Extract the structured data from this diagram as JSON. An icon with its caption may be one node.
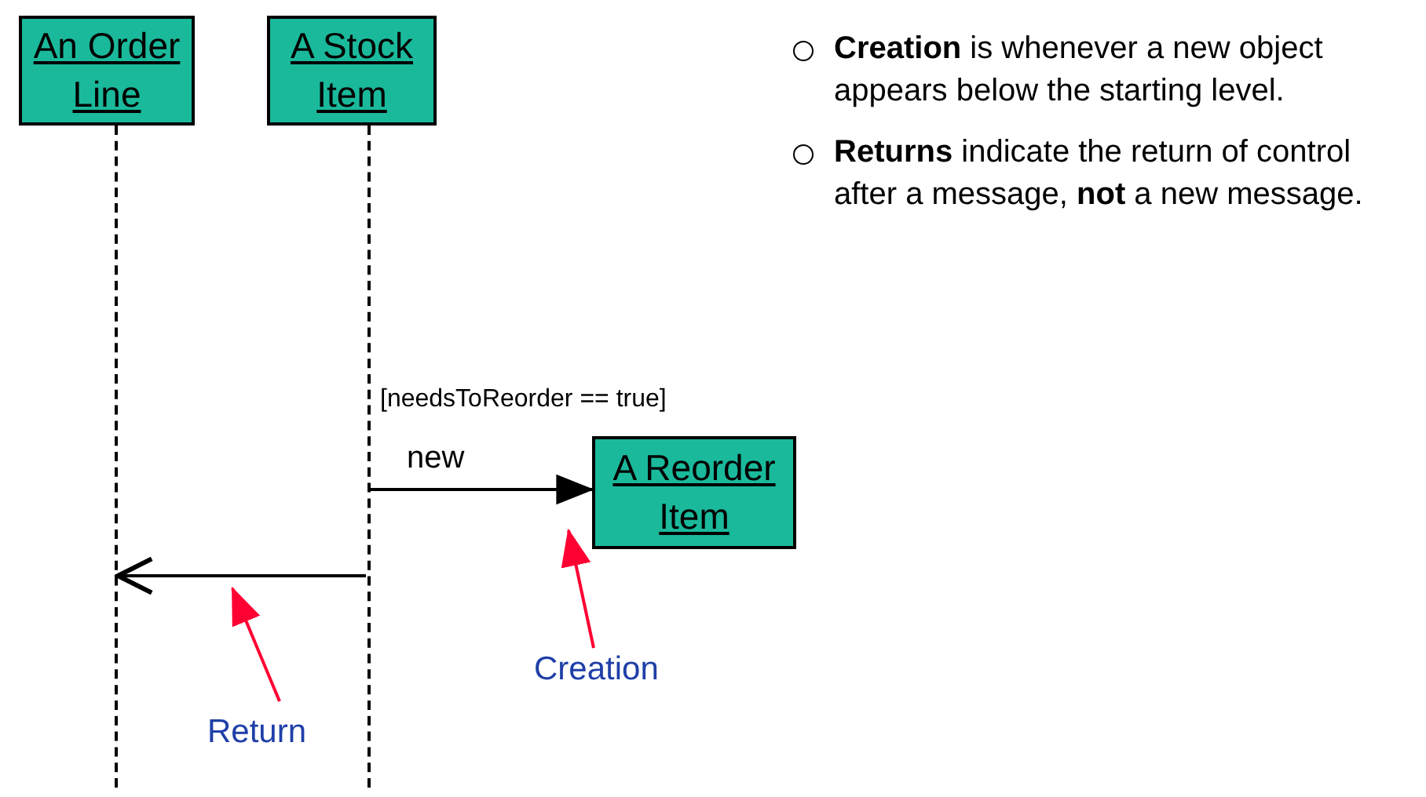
{
  "diagram": {
    "nodes": [
      {
        "text": [
          "An Order Line"
        ]
      },
      {
        "text": [
          "A Stock Item"
        ]
      },
      {
        "text": [
          "A Reorder Item"
        ]
      },
      {
        "text": [
          "Creation"
        ]
      },
      {
        "text": [
          "Return"
        ]
      },
      {
        "text": [],
        "shape": "line"
      },
      {
        "text": [],
        "shape": "line"
      }
    ],
    "edges": [
      {
        "from": 6,
        "to": 2,
        "arrow": "to",
        "label": "new"
      },
      {
        "from": 6,
        "to": 5,
        "arrow": "to"
      },
      {
        "from": 3,
        "to": 2,
        "arrow": "to",
        "color": "#ff0033"
      },
      {
        "from": 4,
        "to": null,
        "arrow": "to",
        "color": "#ff0033"
      }
    ],
    "labels": [
      "[needsToReorder == true]",
      "**Creation** is whenever a new object appears below the starting level.",
      "**Returns** indicate the return of control after a message, **not** a new message."
    ]
  }
}
